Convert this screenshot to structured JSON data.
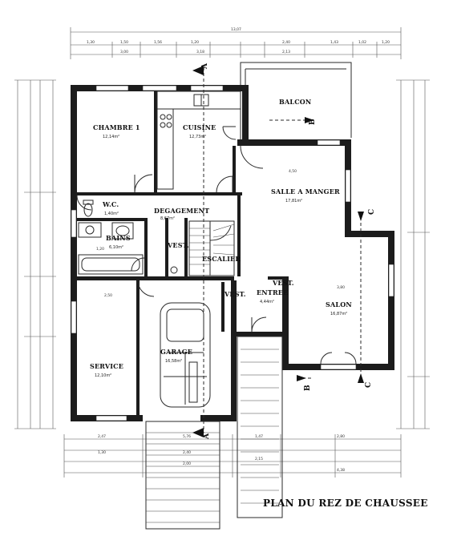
{
  "title": "PLAN DU REZ DE CHAUSSEE",
  "rooms": {
    "chambre1": {
      "name": "CHAMBRE 1",
      "area": "12,14m²"
    },
    "cuisine": {
      "name": "CUISINE",
      "area": "12,73m²"
    },
    "balcon": {
      "name": "BALCON"
    },
    "salle": {
      "name": "SALLE A MANGER",
      "area": "17,81m²"
    },
    "wc": {
      "name": "W.C.",
      "area": "1,40m²"
    },
    "degagement": {
      "name": "DEGAGEMENT",
      "area": "8,67m²"
    },
    "bains": {
      "name": "BAINS",
      "area": "6,10m²"
    },
    "vest1": {
      "name": "VEST."
    },
    "escalier": {
      "name": "ESCALIER"
    },
    "vest2": {
      "name": "VEST."
    },
    "entree": {
      "name": "ENTREE",
      "area": "4,44m²"
    },
    "vest3": {
      "name": "VEST."
    },
    "salon": {
      "name": "SALON",
      "area": "16,87m²"
    },
    "service": {
      "name": "SERVICE",
      "area": "12,10m²"
    },
    "garage": {
      "name": "GARAGE",
      "area": "16,58m²"
    }
  },
  "axes": [
    "A",
    "A",
    "B",
    "B",
    "C",
    "C"
  ],
  "dimensions": {
    "top": [
      "13,07",
      "1,30",
      "1,50",
      "1,56",
      "1,20",
      "2,40",
      "1,43",
      "1,02",
      "1,20",
      "3,00",
      "3,18",
      "2,13"
    ],
    "bottom": [
      "2,47",
      "2,40",
      "1,47",
      "2,80",
      "5,76",
      "1,30",
      "2,15",
      "2,00",
      "4,38"
    ],
    "interior": [
      "4,50",
      "3,80",
      "1,20",
      "2,50"
    ]
  }
}
